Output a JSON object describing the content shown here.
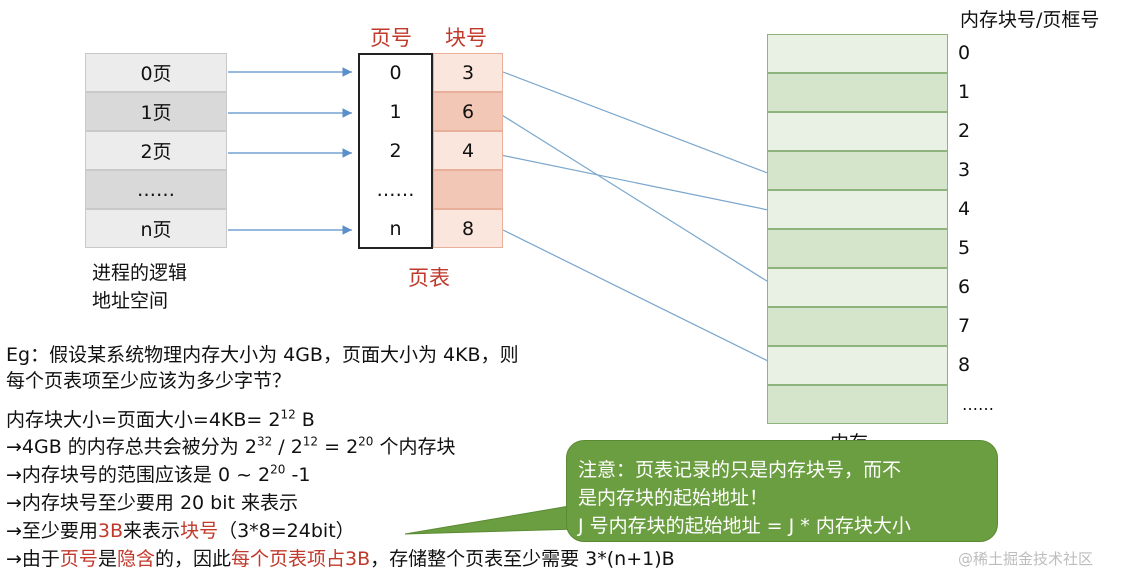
{
  "logical": {
    "rows": [
      "0页",
      "1页",
      "2页",
      "……",
      "n页"
    ],
    "caption_line1": "进程的逻辑",
    "caption_line2": "地址空间"
  },
  "page_table": {
    "header_page": "页号",
    "header_block": "块号",
    "page_numbers": [
      "0",
      "1",
      "2",
      "……",
      "n"
    ],
    "block_numbers": [
      "3",
      "6",
      "4",
      "",
      "8"
    ],
    "caption": "页表"
  },
  "memory": {
    "title": "内存块号/页框号",
    "labels": [
      "0",
      "1",
      "2",
      "3",
      "4",
      "5",
      "6",
      "7",
      "8",
      "……"
    ],
    "caption_partial": "内存"
  },
  "example": {
    "line1": "Eg：假设某系统物理内存大小为 4GB，页面大小为 4KB，则",
    "line2": "每个页表项至少应该为多少字节？"
  },
  "steps": {
    "s1_pre": "内存块大小=页面大小=4KB= 2",
    "s1_sup": "12",
    "s1_post": " B",
    "s2_pre": "→4GB 的内存总共会被分为  2",
    "s2_sup1": "32",
    "s2_mid1": " / 2",
    "s2_sup2": "12",
    "s2_mid2": " = 2",
    "s2_sup3": "20",
    "s2_post": " 个内存块",
    "s3_pre": "→内存块号的范围应该是 0 ~ 2",
    "s3_sup": "20",
    "s3_post": " -1",
    "s4": "→内存块号至少要用 20 bit 来表示",
    "s5_a": "→至少要用",
    "s5_b": "3B",
    "s5_c": "来表示",
    "s5_d": "块号",
    "s5_e": "（3*8=24bit）",
    "s6_a": "→由于",
    "s6_b": "页号",
    "s6_c": "是",
    "s6_d": "隐含",
    "s6_e": "的，因此",
    "s6_f": "每个页表项占3B",
    "s6_g": "，存储整个页表至少需要 3*(n+1)B"
  },
  "callout": {
    "line1": "注意：页表记录的只是内存块号，而不",
    "line2": "是内存块的起始地址！",
    "line3": "J 号内存块的起始地址 = J * 内存块大小"
  },
  "watermark": "@稀土掘金技术社区"
}
